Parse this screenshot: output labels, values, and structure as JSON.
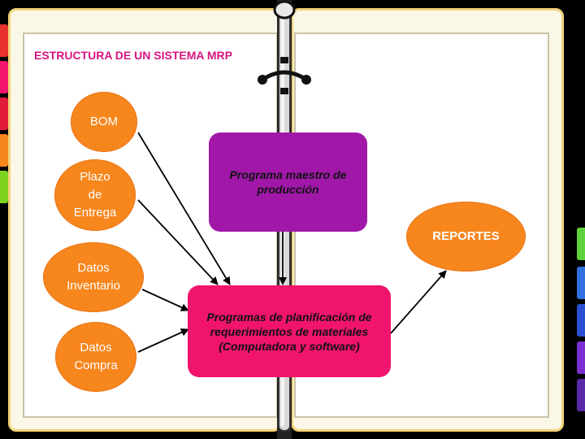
{
  "title": "ESTRUCTURA DE UN SISTEMA MRP",
  "inputs": {
    "bom": "BOM",
    "plazo": [
      "Plazo",
      "de",
      "Entrega"
    ],
    "inventario": [
      "Datos",
      "Inventario"
    ],
    "compra": [
      "Datos",
      "Compra"
    ]
  },
  "master_program": "Programa maestro de producción",
  "planning_program": "Programas de planificación de requerimientos de materiales (Computadora y software)",
  "reports": "REPORTES",
  "colors": {
    "title": "#d6157f",
    "oval": "#f7861d",
    "master_box": "#a118a9",
    "planning_box": "#f0146d"
  }
}
